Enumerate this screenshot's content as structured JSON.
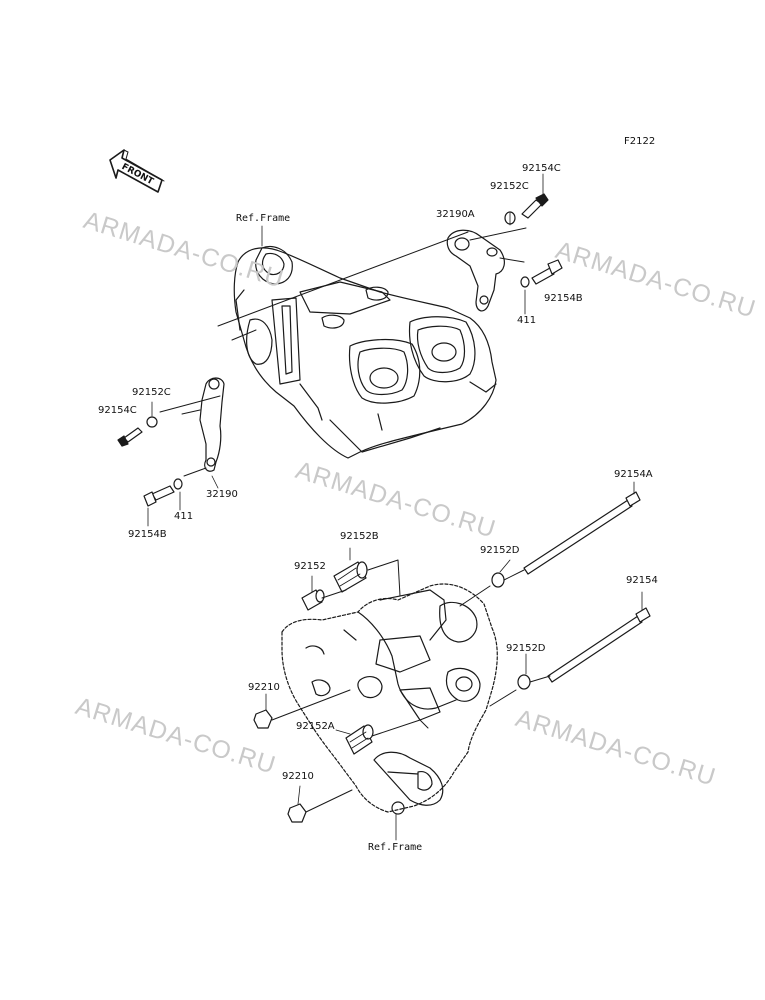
{
  "diagram": {
    "code": "F2122",
    "direction_label": "FRONT",
    "watermark": "ARMADA-CO.RU",
    "references": {
      "top": "Ref.Frame",
      "bottom": "Ref.Frame"
    },
    "parts": {
      "p92154C_top": "92154C",
      "p92152C_top": "92152C",
      "p32190A": "32190A",
      "p92154B_top": "92154B",
      "p411_top": "411",
      "p92152C_left": "92152C",
      "p92154C_left": "92154C",
      "p32190": "32190",
      "p411_left": "411",
      "p92154B_left": "92154B",
      "p92154A": "92154A",
      "p92152B": "92152B",
      "p92152": "92152",
      "p92152D_upper": "92152D",
      "p92154": "92154",
      "p92152D_lower": "92152D",
      "p92210_upper": "92210",
      "p92152A": "92152A",
      "p92210_lower": "92210"
    }
  }
}
